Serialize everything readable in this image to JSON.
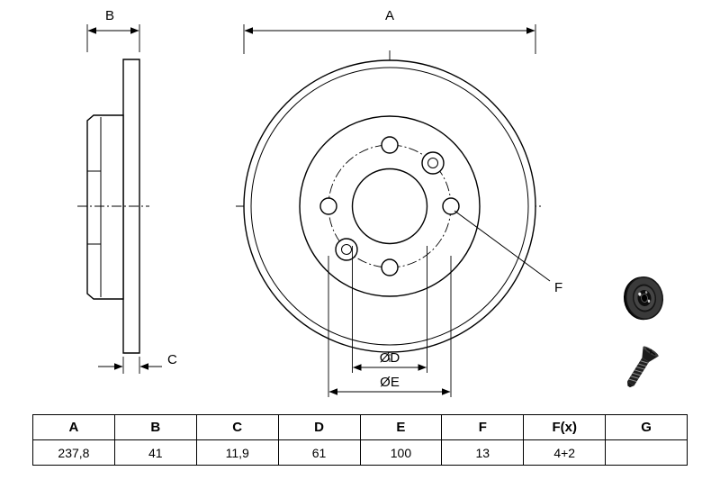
{
  "diagram": {
    "labels": {
      "a": "A",
      "b": "B",
      "c": "C",
      "d": "ØD",
      "e": "ØE",
      "f": "F"
    }
  },
  "table": {
    "headers": [
      "A",
      "B",
      "C",
      "D",
      "E",
      "F",
      "F(x)",
      "G"
    ],
    "values": [
      "237,8",
      "41",
      "11,9",
      "61",
      "100",
      "13",
      "4+2",
      ""
    ]
  }
}
